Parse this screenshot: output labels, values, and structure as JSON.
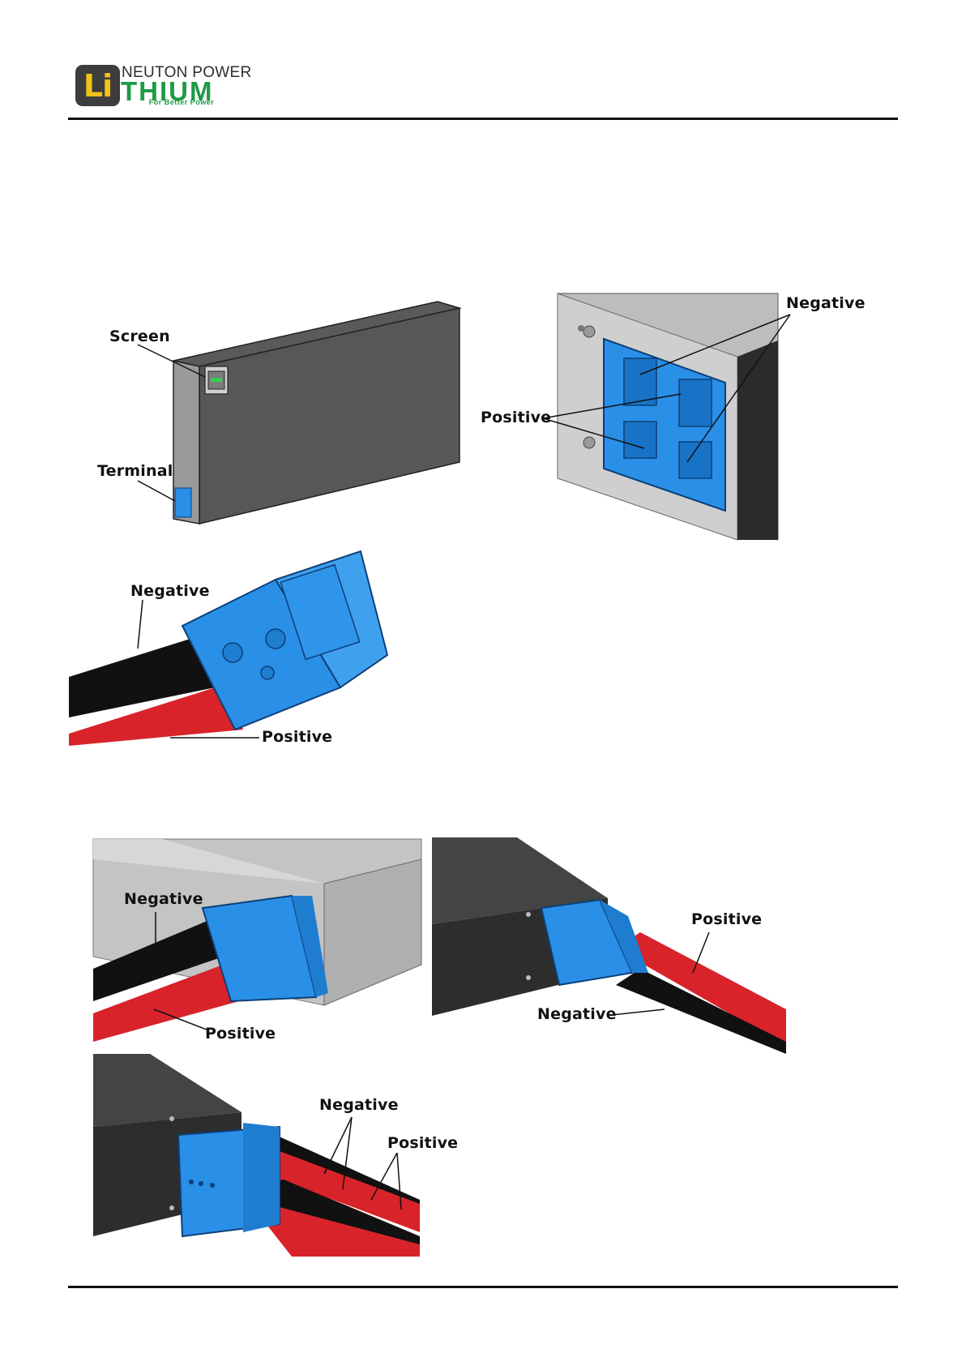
{
  "header": {
    "logo_mark": "Li",
    "logo_brand_top": "NEUTON POWER",
    "logo_brand_main": "THIUM",
    "logo_tagline": "For Better Power"
  },
  "figure1": {
    "screen_label": "Screen",
    "terminal_label": "Terminal"
  },
  "figure2": {
    "negative_label": "Negative",
    "positive_label": "Positive"
  },
  "figure3": {
    "negative_label": "Negative",
    "positive_label": "Positive"
  },
  "figure4": {
    "negative_label": "Negative",
    "positive_label": "Positive"
  },
  "figure5": {
    "positive_label": "Positive",
    "negative_label": "Negative"
  },
  "figure6": {
    "negative_label": "Negative",
    "positive_label": "Positive"
  },
  "colors": {
    "connector_blue": "#2a8fe6",
    "cable_red": "#d8232a",
    "cable_black": "#111111",
    "casing_dark": "#4a4a4a",
    "brand_green": "#1f9a46",
    "brand_yellow": "#f0c21a"
  }
}
